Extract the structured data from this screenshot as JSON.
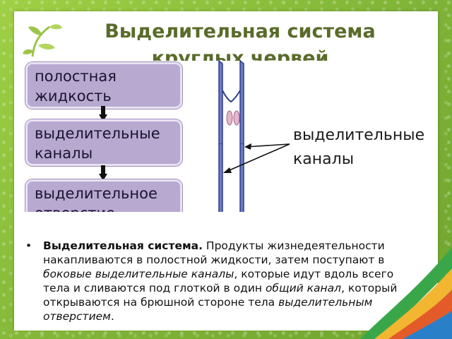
{
  "title": "Выделительная система\nкруглых червей",
  "diagram": {
    "boxes": [
      "полостная жидкость",
      "выделительные каналы",
      "выделительное отверстие"
    ],
    "label": "выделительные\nканалы"
  },
  "text": {
    "bold": "Выделительная система.",
    "p1": " Продукты жизнедеятельности накапливаются в полостной жидкости, затем поступают в ",
    "i1": "боковые выделительные каналы",
    "p2": ", которые идут вдоль всего тела и сливаются под глоткой в один ",
    "i2": "общий канал",
    "p3": ", который открываются на брюшной стороне тела ",
    "i3": "выделительным отверстием",
    "p4": "."
  },
  "colors": {
    "background": "#8dbf3c",
    "box_fill": "#b8a9d1",
    "title": "#5a6b2a",
    "canal": "#2f3f8a"
  }
}
